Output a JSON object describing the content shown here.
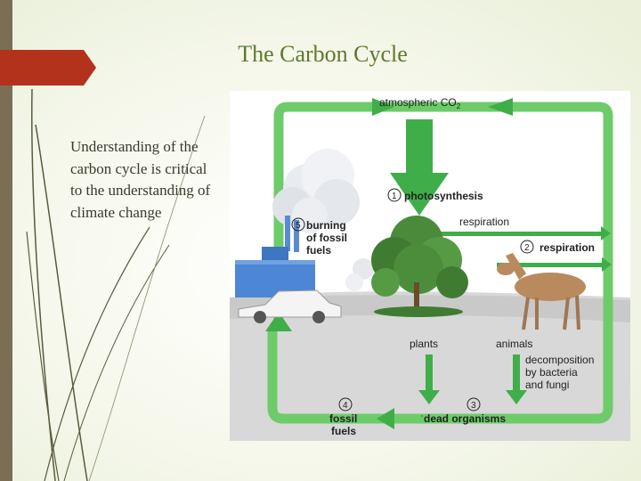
{
  "slide": {
    "title": "The Carbon Cycle",
    "body": "Understanding of the carbon cycle is critical to the understanding of climate change"
  },
  "diagram": {
    "atmospheric_label": "atmospheric CO",
    "atmospheric_sub": "2",
    "step1_num": "1",
    "step1_label": "photosynthesis",
    "respiration_plant": "respiration",
    "step2_num": "2",
    "step2_label": "respiration",
    "step5_num": "5",
    "burning_line1": "burning",
    "burning_line2": "of fossil",
    "burning_line3": "fuels",
    "plants_label": "plants",
    "animals_label": "animals",
    "decomp_line1": "decomposition",
    "decomp_line2": "by bacteria",
    "decomp_line3": "and fungi",
    "step4_num": "4",
    "fossil_line1": "fossil",
    "fossil_line2": "fuels",
    "step3_num": "3",
    "dead_label": "dead organisms"
  },
  "colors": {
    "accent_green": "#5d7a2c",
    "arrow_green": "#3fae49",
    "tab_red": "#b3321c",
    "sidebar": "#7a6f55"
  }
}
